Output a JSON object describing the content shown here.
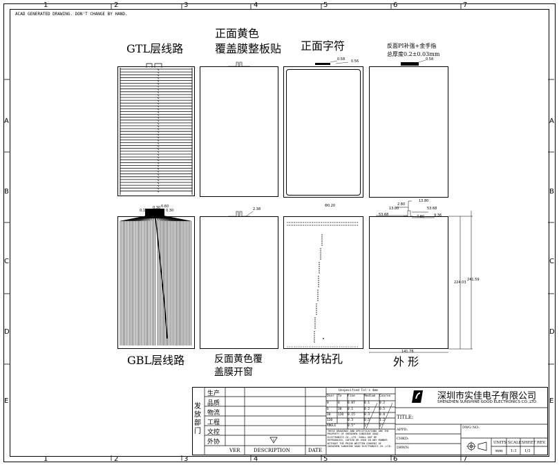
{
  "drawing_note": "ACAD GENERATED DRAWING. DON'T CHANGE BY HAND.",
  "columns": [
    "1",
    "2",
    "3",
    "4",
    "5",
    "6",
    "7"
  ],
  "rows": [
    "A",
    "B",
    "C",
    "D",
    "E"
  ],
  "views": {
    "gtl": {
      "caption": "GTL层线路"
    },
    "front_cover": {
      "caption_line1": "正面黄色",
      "caption_line2": "覆盖膜整板贴"
    },
    "front_silk": {
      "caption": "正面字符",
      "dim1": "0.58",
      "dim2": "0.56"
    },
    "back_stiff": {
      "caption_line1": "反面PI补强+金手指",
      "caption_line2": "总厚度0.2±0.03mm",
      "dim1": "0.58"
    },
    "gbl": {
      "caption": "GBL层线路",
      "dim1": "0.15",
      "dim2": "0.30",
      "dim3": "0.60",
      "dim4": "0.30"
    },
    "back_cover": {
      "caption_line1": "反面黄色覆",
      "caption_line2": "盖膜开窗",
      "dim1": "2.38"
    },
    "drill": {
      "caption": "基材钻孔",
      "dim1": "Φ0.20"
    },
    "outline": {
      "caption": "外  形",
      "dims": {
        "d1": "13.80",
        "d2": "2.80",
        "d3": "13.80",
        "d4": "53.68",
        "d5": "53.68",
        "d6": "7.80",
        "d7": "9.36",
        "d8": "224.03",
        "d9": "241.59",
        "d10": "141.76"
      }
    }
  },
  "title_block": {
    "dept_label": "发放部门",
    "departments": [
      "生产",
      "品质",
      "物流",
      "工程",
      "文控",
      "外协"
    ],
    "rev_headers": {
      "ver": "VER",
      "description": "DESCRIPTION",
      "date": "DATE"
    },
    "tol_title": "Unspecified Tol's 4mm",
    "tol_headers": [
      "Over",
      "To",
      "Fine",
      "Medium",
      "Coarse"
    ],
    "tol_rows": [
      [
        "0",
        "6",
        "0.07",
        "0.1",
        "0.2"
      ],
      [
        "6",
        "30",
        "0.1",
        "0.2",
        "0.5"
      ],
      [
        "30",
        "120",
        "0.15",
        "0.3",
        "0.8"
      ],
      [
        "120",
        "",
        "0.3",
        "0.5",
        "1.2"
      ],
      [
        "ANGLE",
        "",
        "0.5°",
        "1°",
        "2°"
      ]
    ],
    "legal": "THESE DRAWINGS AND SPECIFICATIONS ARE THE PROPERTY OF SHENZHEN SUNSHINE GOOD ELECTRONICS CO.,LTD. SHALL NOT BE REPRODUCED, COPIED OR USED IN ANY MANNER WITHOUT THE PRIOR WRITTEN CONSENT OF SHENZHEN SUNSHINE GOOD ELECTRONICS CO.,LTD.",
    "company_cn": "深圳市实佳电子有限公司",
    "company_en": "SHENZHEN SUNSHINE GOOD ELECTRONICS CO.,LTD.",
    "title_label": "TITLE:",
    "dwg_label": "DWG NO:",
    "appd_label": "APPD:",
    "chkd_label": "CHKD:",
    "drwn_label": "DRWN:",
    "units_label": "UNITS",
    "units_value": "mm",
    "scale_label": "SCALE",
    "scale_value": "1:1",
    "sheet_label": "SHEET",
    "sheet_value": "1/1",
    "rev_label": "REV."
  }
}
